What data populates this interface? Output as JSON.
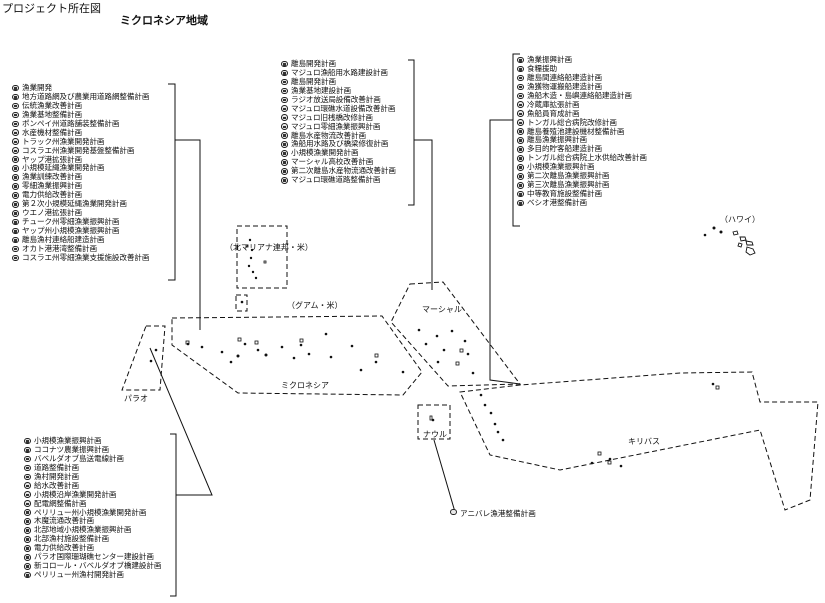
{
  "header": {
    "page_title": "プロジェクト所在図",
    "map_title": "ミクロネシア地域"
  },
  "region_labels": {
    "northern_mariana": "（北マリアナ連邦・米）",
    "guam": "（グアム・米）",
    "hawaii": "（ハワイ）",
    "marshall": "マーシャル",
    "micronesia": "ミクロネシア",
    "palau": "パラオ",
    "nauru": "ナウル",
    "kiribati": "キリバス"
  },
  "micronesia_projects": [
    "漁業開発",
    "地方道路網及び農業用道路網整備計画",
    "伝統漁業改善計画",
    "漁業基地整備計画",
    "ポンペイ州道路舗装整備計画",
    "水産機材整備計画",
    "トラック州漁業開発計画",
    "コスラエ州漁業開発基盤整備計画",
    "ヤップ港拡張計画",
    "小規模延縄漁業開発計画",
    "漁業訓練改善計画",
    "零細漁業振興計画",
    "電力供給改善計画",
    "第２次小規模延縄漁業開発計画",
    "ウエノ港拡張計画",
    "チューク州零細漁業振興計画",
    "ヤップ州小規模漁業振興計画",
    "離島漁村連絡船建造計画",
    "オカト港港湾整備計画",
    "コスラエ州零細漁業支援施設改善計画"
  ],
  "marshall_projects": [
    "離島開発計画",
    "マジュロ漁船用水路建設計画",
    "離島開発計画",
    "漁業基地建設計画",
    "ラジオ放送局設備改善計画",
    "マジュロ環礁水道設備改善計画",
    "マジュロ旧桟橋改修計画",
    "マジュロ零細漁業振興計画",
    "離島水産物流改善計画",
    "漁船用水路及び橋梁修復計画",
    "小規模漁業開発計画",
    "マーシャル高校改善計画",
    "第二次離島水産物流通改善計画",
    "マジュロ環礁道路整備計画"
  ],
  "kiribati_projects": [
    "漁業振興計画",
    "食糧援助",
    "離島間連絡船建造計画",
    "漁獲物運搬船建造計画",
    "漁船木造・島嶼連絡船建造計画",
    "冷蔵庫拡張計画",
    "魚船員育成計画",
    "トンガル総合病院改修計画",
    "離島養殖池建設機材整備計画",
    "離島漁業振興計画",
    "多目的貯客船建造計画",
    "トンガル総合病院上水供給改善計画",
    "小規模漁業振興計画",
    "第二次離島漁業振興計画",
    "第三次離島漁業振興計画",
    "中等教育施設整備計画",
    "ベシオ港整備計画"
  ],
  "palau_projects": [
    "小規模漁業振興計画",
    "ココナツ農業振興計画",
    "バベルダオブ島送電線計画",
    "道路整備計画",
    "漁村開発計画",
    "給水改善計画",
    "小規模沿岸漁業開発計画",
    "配電網整備計画",
    "ペリリュー州小規模漁業開発計画",
    "木魔流通改善計画",
    "北部地域小規模漁業振興計画",
    "北部漁村施設整備計画",
    "電力供給改善計画",
    "パラオ国際珊瑚礁センター建設計画",
    "新コロール・バベルダオブ橋建設計画",
    "ペリリュー州漁村開発計画"
  ],
  "nauru_projects": [
    "アニバレ漁港整備計画"
  ],
  "icons": {
    "project_marker": "circle-marker-icon",
    "island": "island-dot-icon"
  }
}
